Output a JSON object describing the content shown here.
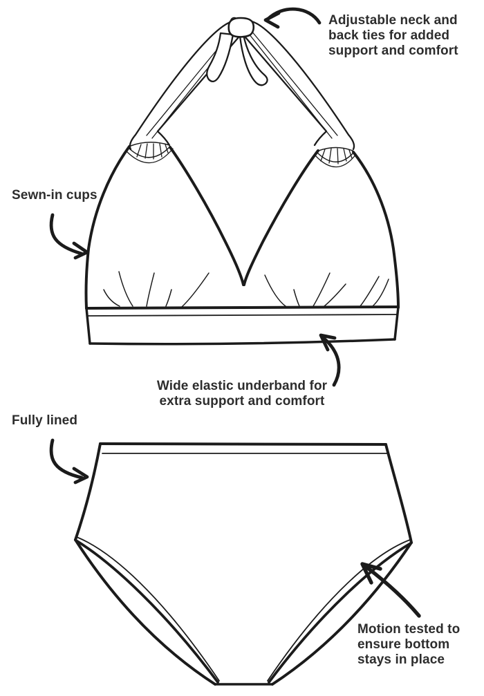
{
  "colors": {
    "ink": "#1b1b1b",
    "paper": "#ffffff",
    "text": "#2d2d2d"
  },
  "figure": {
    "top_garment": "halter bikini top line drawing",
    "bottom_garment": "high-waisted bikini bottom line drawing"
  },
  "annotations": {
    "neck_ties": {
      "line1": "Adjustable neck and",
      "line2": "back ties for added",
      "line3": "support and comfort",
      "arrow": "curved-arrow-pointing-to-halter-knot"
    },
    "sewn_in_cups": {
      "line1": "Sewn-in cups",
      "arrow": "curved-arrow-pointing-to-cup-side"
    },
    "underband": {
      "line1": "Wide elastic underband for",
      "line2": "extra support and comfort",
      "arrow": "curved-arrow-pointing-to-underband"
    },
    "fully_lined": {
      "line1": "Fully lined",
      "arrow": "curved-arrow-pointing-to-bottom-side"
    },
    "motion_tested": {
      "line1": "Motion tested to",
      "line2": "ensure bottom",
      "line3": "stays in place",
      "arrow": "straight-arrow-pointing-to-leg-opening"
    }
  }
}
